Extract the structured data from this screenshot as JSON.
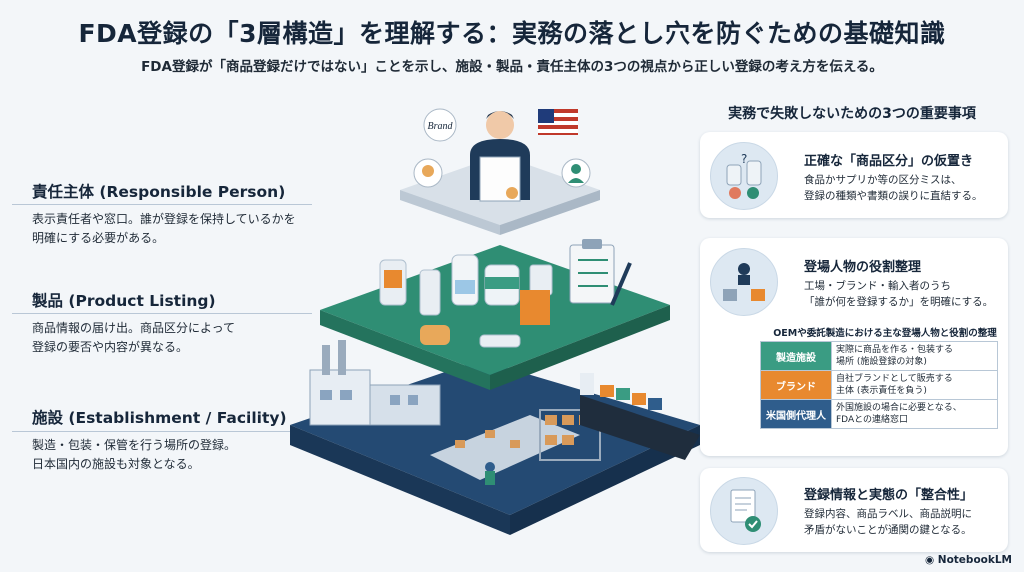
{
  "header": {
    "title": "FDA登録の「3層構造」を理解する：実務の落とし穴を防ぐための基礎知識",
    "subtitle": "FDA登録が「商品登録だけではない」ことを示し、施設・製品・責任主体の3つの視点から正しい登録の考え方を伝える。"
  },
  "layers": {
    "responsible": {
      "heading": "責任主体 (Responsible Person)",
      "desc1": "表示責任者や窓口。誰が登録を保持しているかを",
      "desc2": "明確にする必要がある。"
    },
    "product": {
      "heading": "製品 (Product Listing)",
      "desc1": "商品情報の届け出。商品区分によって",
      "desc2": "登録の要否や内容が異なる。"
    },
    "facility": {
      "heading": "施設 (Establishment / Facility)",
      "desc1": "製造・包装・保管を行う場所の登録。",
      "desc2": "日本国内の施設も対象となる。"
    }
  },
  "illustration": {
    "brand_text": "Brand"
  },
  "right_panel": {
    "title": "実務で失敗しないための3つの重要事項",
    "items": [
      {
        "heading": "正確な「商品区分」の仮置き",
        "desc1": "食品かサプリか等の区分ミスは、",
        "desc2": "登録の種類や書類の誤りに直結する。"
      },
      {
        "heading": "登場人物の役割整理",
        "desc1": "工場・ブランド・輸入者のうち",
        "desc2": "「誰が何を登録するか」を明確にする。"
      },
      {
        "heading": "登録情報と実態の「整合性」",
        "desc1": "登録内容、商品ラベル、商品説明に",
        "desc2": "矛盾がないことが通関の鍵となる。"
      }
    ],
    "roles": {
      "title": "OEMや委託製造における主な登場人物と役割の整理",
      "rows": [
        {
          "name": "製造施設",
          "desc1": "実際に商品を作る・包装する",
          "desc2": "場所 (施設登録の対象)",
          "color": "#3a9c83"
        },
        {
          "name": "ブランド",
          "desc1": "自社ブランドとして販売する",
          "desc2": "主体 (表示責任を負う)",
          "color": "#e8892f"
        },
        {
          "name": "米国側代理人",
          "desc1": "外国施設の場合に必要となる、",
          "desc2": "FDAとの連絡窓口",
          "color": "#2f5d8c"
        }
      ]
    }
  },
  "footer": {
    "brand": "NotebookLM"
  },
  "colors": {
    "navy": "#1f3b5a",
    "teal": "#2f8e74",
    "light": "#d8e0e8",
    "accent_orange": "#e8892f"
  }
}
